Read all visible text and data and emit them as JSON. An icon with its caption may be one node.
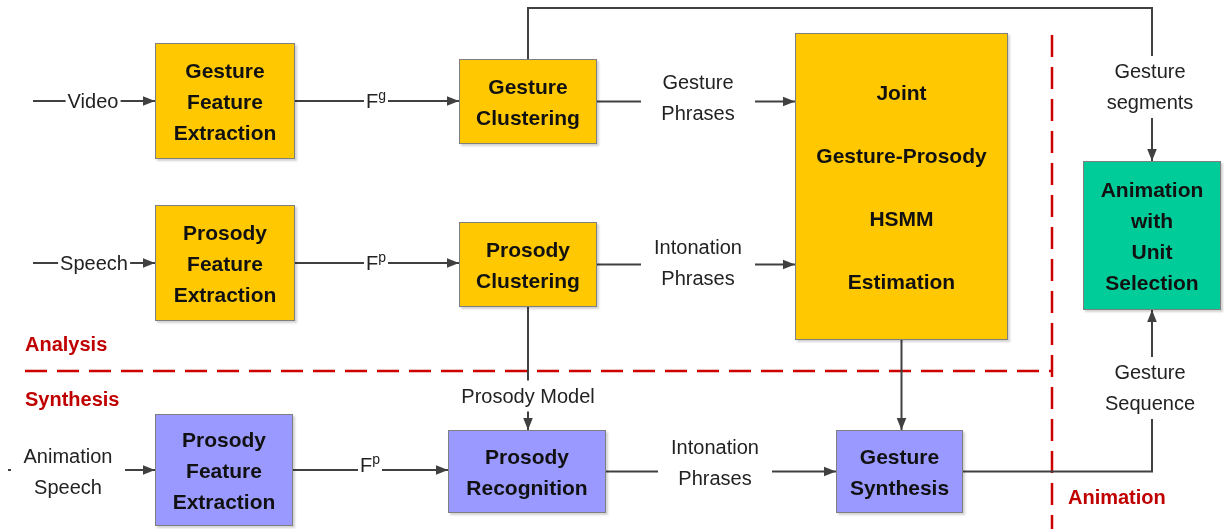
{
  "diagram": {
    "nodes": [
      {
        "text": [
          "Gesture Feature Extraction"
        ]
      },
      {
        "text": [
          "Gesture Clustering"
        ]
      },
      {
        "text": [
          "Joint Gesture-Prosody HSMM Estimation"
        ]
      },
      {
        "text": [
          "Animation with Unit Selection"
        ]
      },
      {
        "text": [
          "Prosody Feature Extraction"
        ]
      },
      {
        "text": [
          "Prosody Clustering"
        ]
      },
      {
        "text": [
          "Prosody Feature Extraction"
        ]
      },
      {
        "text": [
          "Prosody Recognition"
        ]
      },
      {
        "text": [
          "Gesture Synthesis"
        ]
      }
    ],
    "edges": [
      {
        "from": null,
        "to": 0,
        "arrow": "to",
        "label": "Video"
      },
      {
        "from": 0,
        "to": 1,
        "arrow": "to",
        "label": "F$^{g}$"
      },
      {
        "from": 1,
        "to": 2,
        "arrow": "to",
        "label": "Gesture Phrases"
      },
      {
        "from": 1,
        "to": 3,
        "arrow": "to",
        "label": "Gesture segments"
      },
      {
        "from": null,
        "to": 4,
        "arrow": "to",
        "label": "Speech"
      },
      {
        "from": 4,
        "to": 5,
        "arrow": "to",
        "label": "F$^{p}$"
      },
      {
        "from": 5,
        "to": 2,
        "arrow": "to",
        "label": "Intonation Phrases"
      },
      {
        "from": 5,
        "to": 7,
        "arrow": "to",
        "label": "Prosody Model"
      },
      {
        "from": 2,
        "to": 8,
        "arrow": "to"
      },
      {
        "from": null,
        "to": 6,
        "arrow": "to",
        "label": "Animation Speech"
      },
      {
        "from": 6,
        "to": 7,
        "arrow": "to",
        "label": "F$^{p}$"
      },
      {
        "from": 7,
        "to": 8,
        "arrow": "to",
        "label": "Intonation Phrases"
      },
      {
        "from": 8,
        "to": 3,
        "arrow": "to",
        "label": "Gesture Sequence"
      }
    ],
    "labels": [
      "Analysis",
      "Synthesis",
      "Animation"
    ]
  }
}
